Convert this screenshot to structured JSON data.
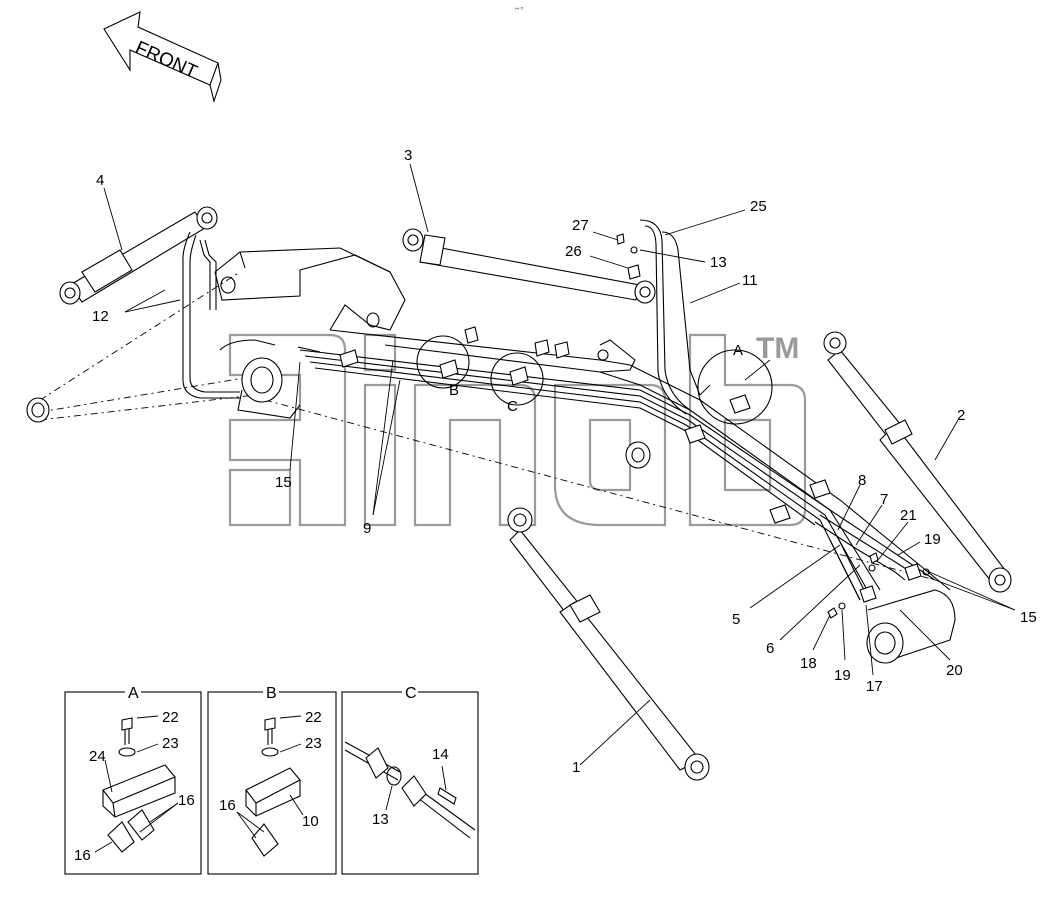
{
  "direction_arrow": {
    "label": "FRONT"
  },
  "watermark": {
    "mark": "TM"
  },
  "callouts": {
    "c1": "1",
    "c2": "2",
    "c3": "3",
    "c4": "4",
    "c5": "5",
    "c6": "6",
    "c7": "7",
    "c8": "8",
    "c9": "9",
    "c11": "11",
    "c12": "12",
    "c13a": "13",
    "c15a": "15",
    "c15b": "15",
    "c17": "17",
    "c18": "18",
    "c19a": "19",
    "c19b": "19",
    "c20": "20",
    "c21": "21",
    "c25": "25",
    "c26": "26",
    "c27": "27"
  },
  "detail_markers": {
    "a": "A",
    "b": "B",
    "c": "C"
  },
  "insets": {
    "a": {
      "title": "A",
      "labels": {
        "l22": "22",
        "l23": "23",
        "l24": "24",
        "l16a": "16",
        "l16b": "16"
      }
    },
    "b": {
      "title": "B",
      "labels": {
        "l22": "22",
        "l23": "23",
        "l10": "10",
        "l16": "16"
      }
    },
    "c": {
      "title": "C",
      "labels": {
        "l14": "14",
        "l13": "13"
      }
    }
  }
}
